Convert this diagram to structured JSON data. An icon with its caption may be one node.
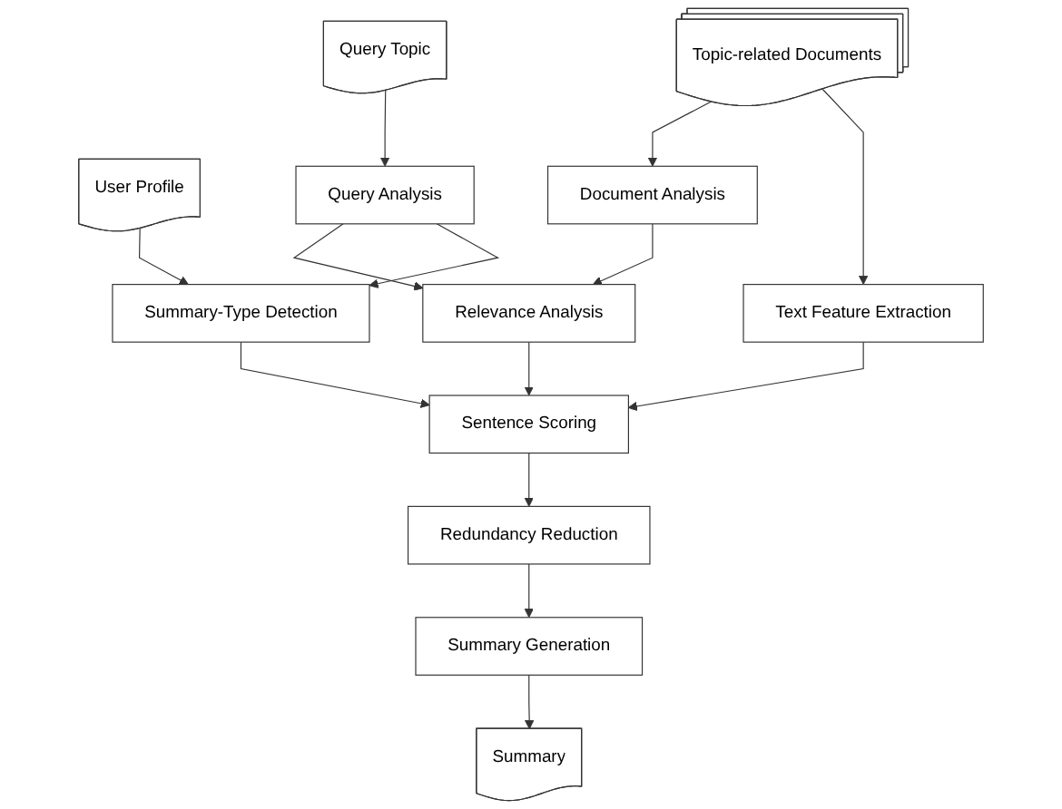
{
  "diagram": {
    "nodes": [
      {
        "text": [
          "Topic-related Documents"
        ]
      },
      {
        "text": [
          "Query Topic"
        ]
      },
      {
        "text": [
          "User Profile"
        ]
      },
      {
        "text": [
          "Query Analysis"
        ]
      },
      {
        "text": [
          "Summary-Type Detection"
        ]
      },
      {
        "text": [
          "Text Feature Extraction"
        ]
      },
      {
        "text": [
          "Document Analysis"
        ]
      },
      {
        "text": [
          "Relevance Analysis"
        ]
      },
      {
        "text": [
          "Sentence Scoring"
        ]
      },
      {
        "text": [
          "Redundancy Reduction"
        ]
      },
      {
        "text": [
          "Summary Generation"
        ]
      },
      {
        "text": [
          "Summary"
        ]
      }
    ],
    "edges": [
      {
        "from": 0,
        "to": 5,
        "arrow": "to"
      },
      {
        "from": 0,
        "to": 6,
        "arrow": "to"
      },
      {
        "from": 1,
        "to": 3,
        "arrow": "to"
      },
      {
        "from": 2,
        "to": 4,
        "arrow": "to"
      },
      {
        "from": 3,
        "to": 4,
        "arrow": "to"
      },
      {
        "from": 3,
        "to": 7,
        "arrow": "to"
      },
      {
        "from": 6,
        "to": 7,
        "arrow": "to"
      },
      {
        "from": 7,
        "to": 8,
        "arrow": "to"
      },
      {
        "from": 5,
        "to": 8,
        "arrow": "to"
      },
      {
        "from": 4,
        "to": 8,
        "arrow": "to"
      },
      {
        "from": 8,
        "to": 9,
        "arrow": "to"
      },
      {
        "from": 9,
        "to": 10,
        "arrow": "to"
      },
      {
        "from": 10,
        "to": 11,
        "arrow": "to"
      }
    ]
  }
}
